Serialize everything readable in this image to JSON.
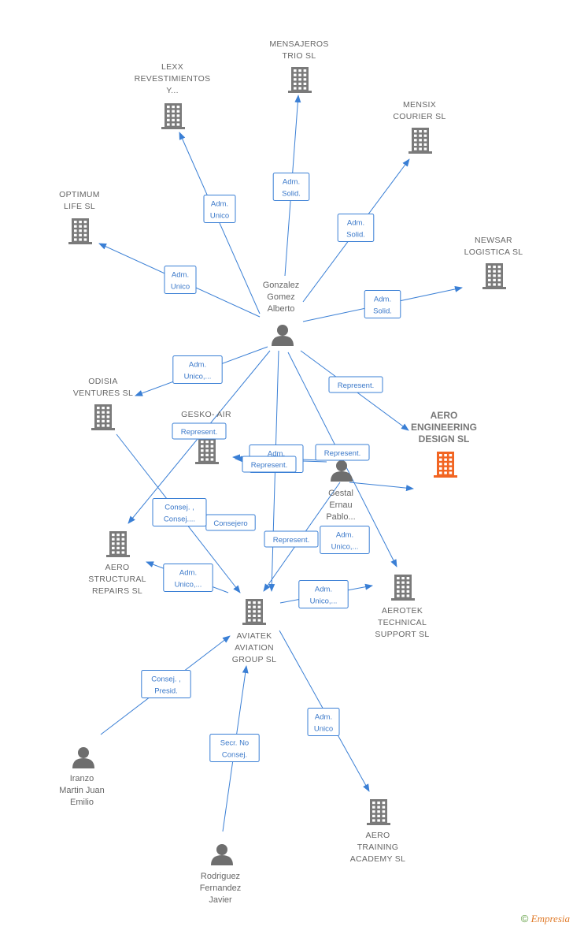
{
  "colors": {
    "edge": "#3a7fd5",
    "company": "#7a7a7a",
    "focus": "#f26522",
    "person": "#6e6e6e",
    "label_text": "#666666"
  },
  "nodes": [
    {
      "id": "gonzalez",
      "kind": "person",
      "lines": [
        "Gonzalez",
        "Gomez",
        "Alberto"
      ]
    },
    {
      "id": "gestal",
      "kind": "person",
      "lines": [
        "Gestal",
        "Ernau",
        "Pablo..."
      ]
    },
    {
      "id": "iranzo",
      "kind": "person",
      "lines": [
        "Iranzo",
        "Martin Juan",
        "Emilio"
      ]
    },
    {
      "id": "rodriguez",
      "kind": "person",
      "lines": [
        "Rodriguez",
        "Fernandez",
        "Javier"
      ]
    },
    {
      "id": "mensajeros",
      "kind": "company",
      "lines": [
        "MENSAJEROS",
        "TRIO SL"
      ]
    },
    {
      "id": "lexx",
      "kind": "company",
      "lines": [
        "LEXX",
        "REVESTIMIENTOS",
        "Y..."
      ]
    },
    {
      "id": "mensix",
      "kind": "company",
      "lines": [
        "MENSIX",
        "COURIER SL"
      ]
    },
    {
      "id": "optimum",
      "kind": "company",
      "lines": [
        "OPTIMUM",
        "LIFE  SL"
      ]
    },
    {
      "id": "newsar",
      "kind": "company",
      "lines": [
        "NEWSAR",
        "LOGISTICA  SL"
      ]
    },
    {
      "id": "odisia",
      "kind": "company",
      "lines": [
        "ODISIA",
        "VENTURES  SL"
      ]
    },
    {
      "id": "aero_eng",
      "kind": "focus",
      "lines": [
        "AERO",
        "ENGINEERING",
        "DESIGN  SL"
      ]
    },
    {
      "id": "gesko",
      "kind": "company",
      "lines": [
        "GESKO- AIR"
      ]
    },
    {
      "id": "aero_struct",
      "kind": "company",
      "lines": [
        "AERO",
        "STRUCTURAL",
        "REPAIRS  SL"
      ]
    },
    {
      "id": "aviatek",
      "kind": "company",
      "lines": [
        "AVIATEK",
        "AVIATION",
        "GROUP  SL"
      ]
    },
    {
      "id": "aerotek",
      "kind": "company",
      "lines": [
        "AEROTEK",
        "TECHNICAL",
        "SUPPORT  SL"
      ]
    },
    {
      "id": "aero_training",
      "kind": "company",
      "lines": [
        "AERO",
        "TRAINING",
        "ACADEMY  SL"
      ]
    }
  ],
  "edges": [
    {
      "from": "gonzalez",
      "to": "mensajeros",
      "label": [
        "Adm.",
        "Solid."
      ]
    },
    {
      "from": "gonzalez",
      "to": "lexx",
      "label": [
        "Adm.",
        "Unico"
      ]
    },
    {
      "from": "gonzalez",
      "to": "mensix",
      "label": [
        "Adm.",
        "Solid."
      ]
    },
    {
      "from": "gonzalez",
      "to": "optimum",
      "label": [
        "Adm.",
        "Unico"
      ]
    },
    {
      "from": "gonzalez",
      "to": "newsar",
      "label": [
        "Adm.",
        "Solid."
      ]
    },
    {
      "from": "gonzalez",
      "to": "odisia",
      "label": [
        "Adm.",
        "Unico,..."
      ]
    },
    {
      "from": "gonzalez",
      "to": "aero_eng",
      "label": [
        "Represent."
      ]
    },
    {
      "from": "gonzalez",
      "to": "aero_struct",
      "label": [
        "Represent."
      ]
    },
    {
      "from": "gonzalez",
      "to": "gesko",
      "label": [
        "Adm.",
        "Represent."
      ]
    },
    {
      "from": "gonzalez",
      "to": "aviatek",
      "label": [
        "Consejero"
      ]
    },
    {
      "from": "gonzalez",
      "to": "aerotek",
      "label": [
        "Represent."
      ]
    },
    {
      "from": "gestal",
      "to": "gesko",
      "label": [
        "Represent."
      ]
    },
    {
      "from": "gestal",
      "to": "aviatek",
      "label": [
        "Represent."
      ]
    },
    {
      "from": "gestal",
      "to": "aero_eng",
      "label": [
        "Adm.",
        "Unico,..."
      ]
    },
    {
      "from": "odisia",
      "to": "aviatek",
      "label": [
        "Consej. ,",
        "Consej...."
      ]
    },
    {
      "from": "aviatek",
      "to": "aero_struct",
      "label": [
        "Adm.",
        "Unico,..."
      ]
    },
    {
      "from": "aviatek",
      "to": "aerotek",
      "label": [
        "Adm.",
        "Unico,..."
      ]
    },
    {
      "from": "aviatek",
      "to": "aero_training",
      "label": [
        "Adm.",
        "Unico"
      ]
    },
    {
      "from": "iranzo",
      "to": "aviatek",
      "label": [
        "Consej. ,",
        "Presid."
      ]
    },
    {
      "from": "rodriguez",
      "to": "aviatek",
      "label": [
        "Secr.  No",
        "Consej."
      ]
    }
  ],
  "watermark": {
    "symbol": "©",
    "brand": "Empresia"
  }
}
